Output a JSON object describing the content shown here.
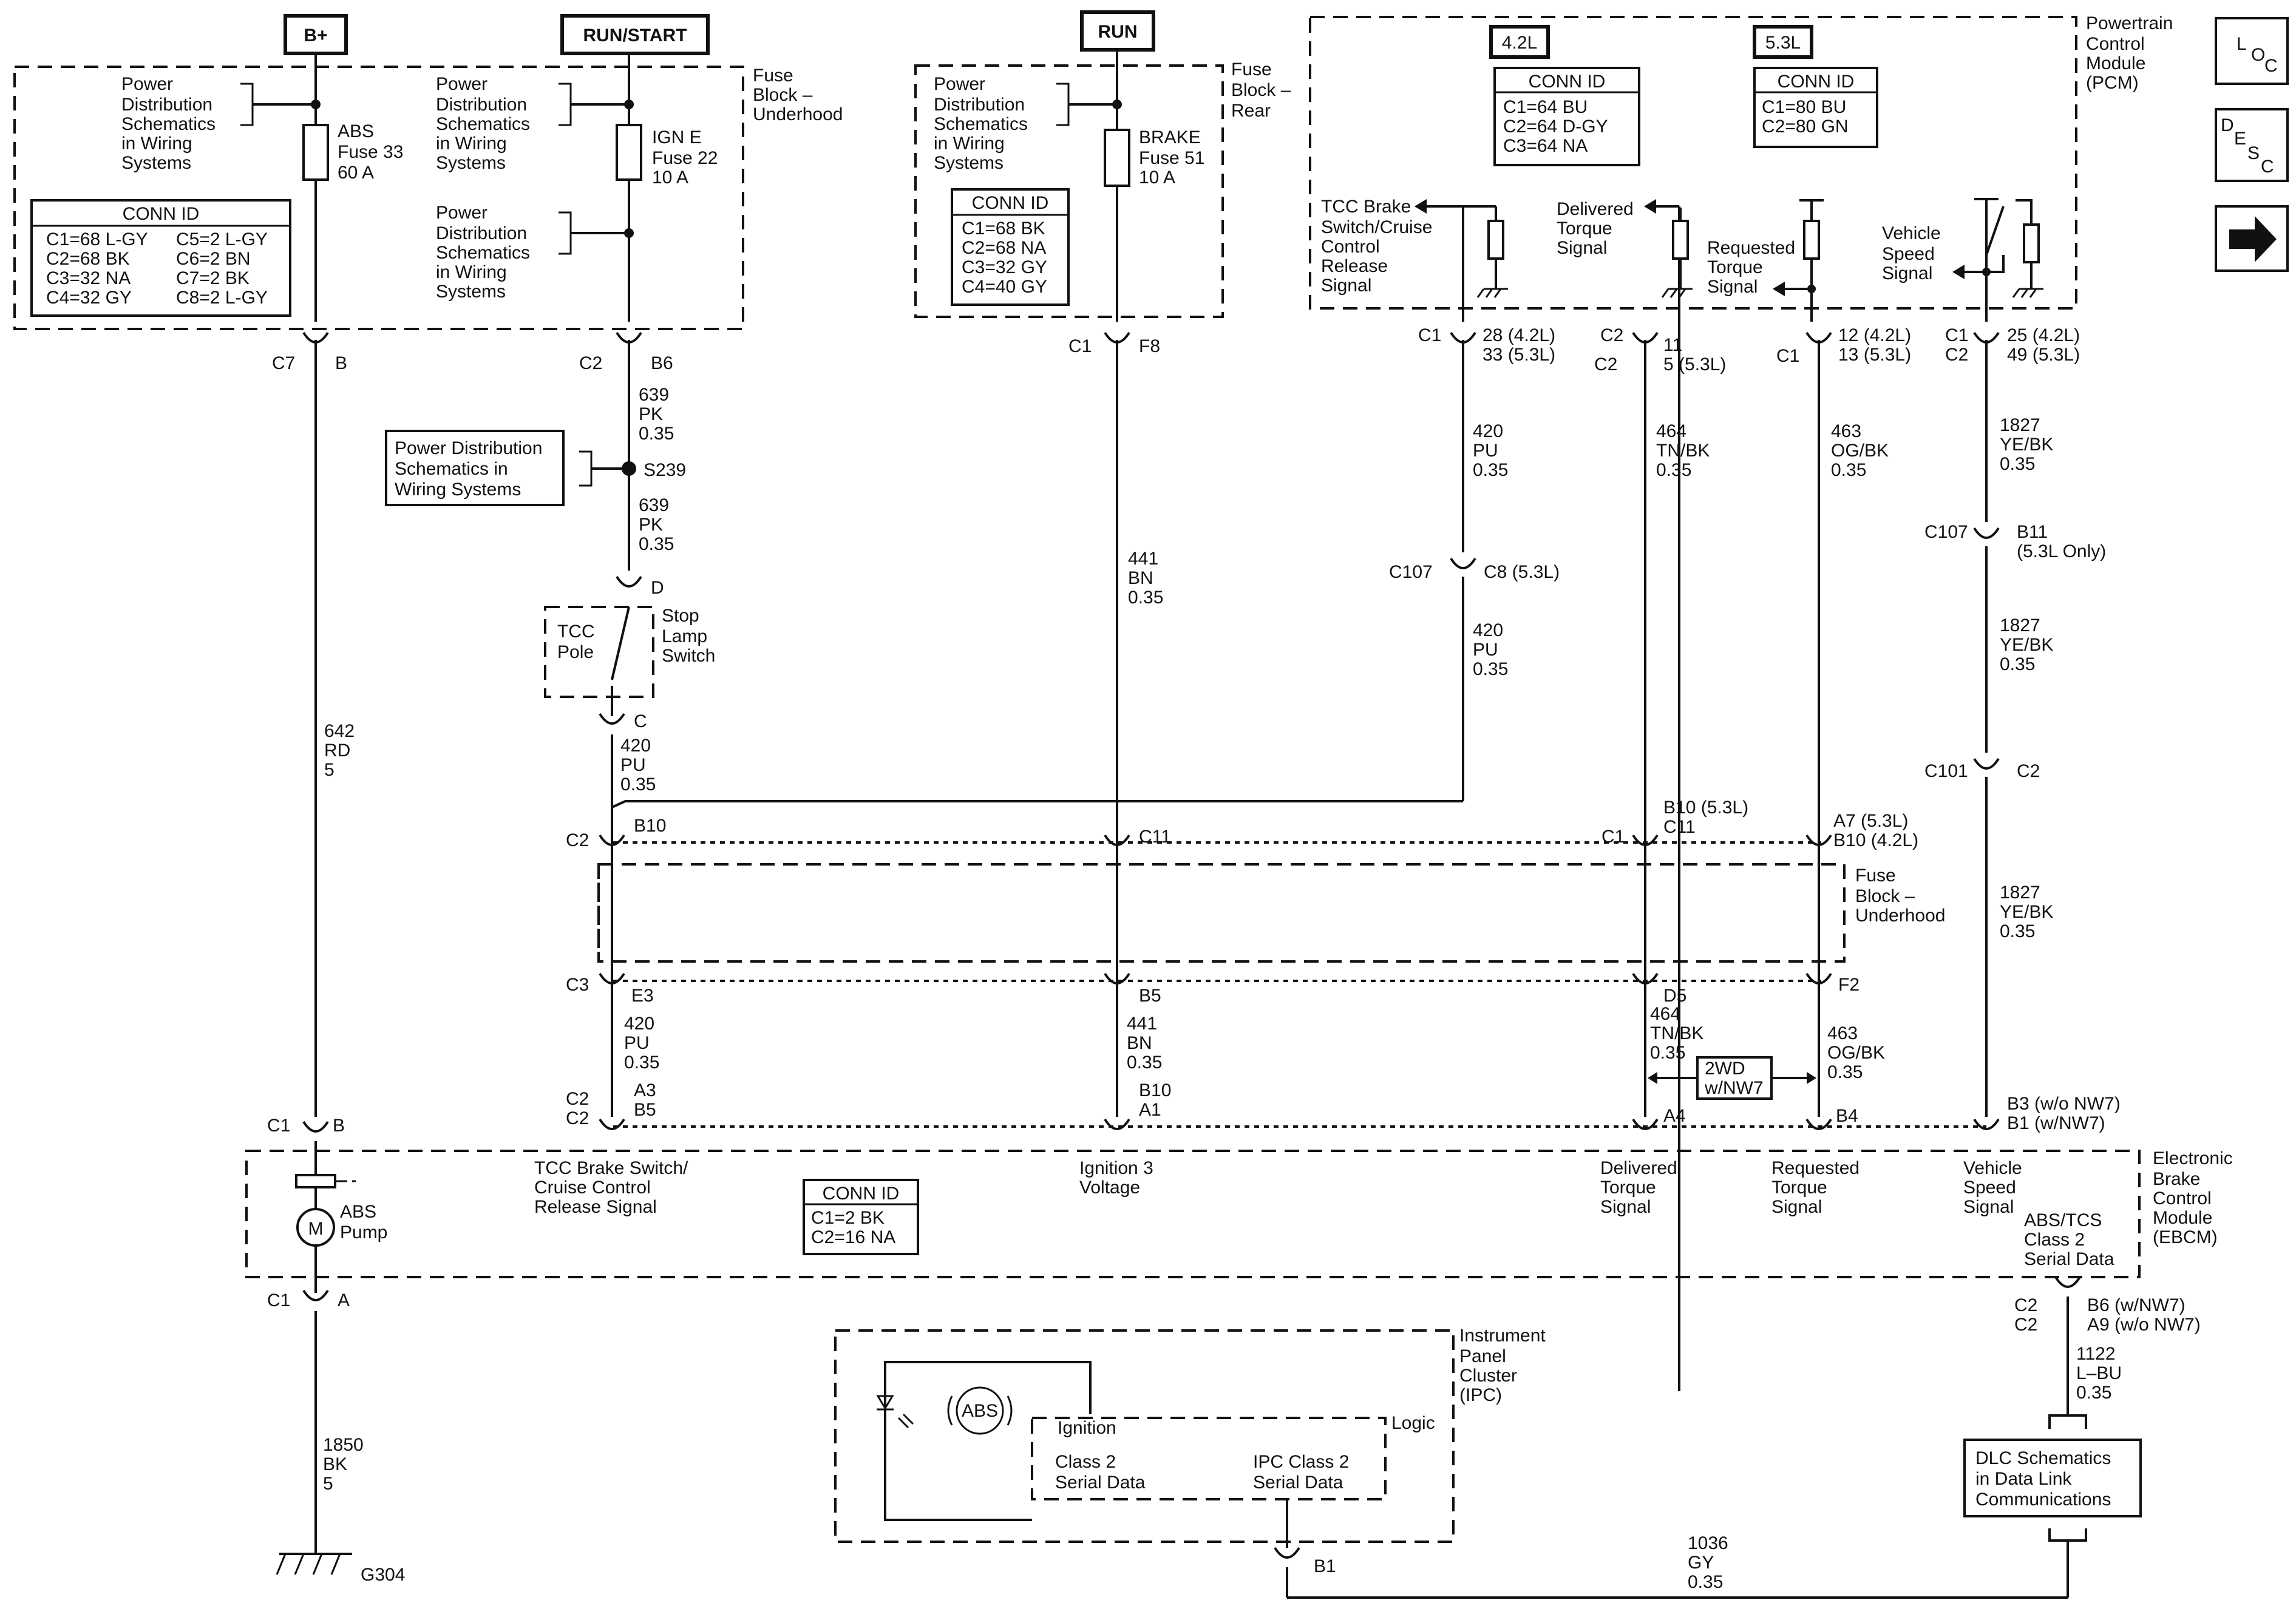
{
  "power_sources": {
    "b_plus": "B+",
    "run_start": "RUN/START",
    "run": "RUN"
  },
  "fuse_block_underhood": {
    "title": [
      "Fuse",
      "Block –",
      "Underhood"
    ],
    "power_dist": [
      "Power",
      "Distribution",
      "Schematics",
      "in Wiring",
      "Systems"
    ],
    "abs_fuse": [
      "ABS",
      "Fuse 33",
      "60 A"
    ],
    "ign_fuse": [
      "IGN E",
      "Fuse 22",
      "10 A"
    ],
    "conn_title": "CONN ID",
    "conn_left": [
      "C1=68 L-GY",
      "C2=68 BK",
      "C3=32 NA",
      "C4=32 GY"
    ],
    "conn_right": [
      "C5=2 L-GY",
      "C6=2 BN",
      "C7=2 BK",
      "C8=2 L-GY"
    ]
  },
  "fuse_block_rear": {
    "title": [
      "Fuse",
      "Block –",
      "Rear"
    ],
    "brake_fuse": [
      "BRAKE",
      "Fuse 51",
      "10 A"
    ],
    "conn_title": "CONN ID",
    "conn": [
      "C1=68 BK",
      "C2=68 NA",
      "C3=32 GY",
      "C4=40 GY"
    ]
  },
  "pcm": {
    "title": [
      "Powertrain",
      "Control",
      "Module",
      "(PCM)"
    ],
    "v42": "4.2L",
    "v53": "5.3L",
    "conn_title": "CONN ID",
    "conn42": [
      "C1=64 BU",
      "C2=64 D-GY",
      "C3=64 NA"
    ],
    "conn53": [
      "C1=80 BU",
      "C2=80 GN"
    ],
    "tcc": [
      "TCC Brake",
      "Switch/Cruise",
      "Control",
      "Release",
      "Signal"
    ],
    "delivered": [
      "Delivered",
      "Torque",
      "Signal"
    ],
    "requested": [
      "Requested",
      "Torque",
      "Signal"
    ],
    "vss": [
      "Vehicle",
      "Speed",
      "Signal"
    ]
  },
  "nav": {
    "loc": [
      "L",
      "O",
      "C"
    ],
    "desc": [
      "D",
      "E",
      "S",
      "C"
    ]
  },
  "connectors": {
    "c7b": [
      "C7",
      "B"
    ],
    "c2b6": [
      "C2",
      "B6"
    ],
    "c1f8": [
      "C1",
      "F8"
    ],
    "pcm_tcc": [
      "C1",
      "28 (4.2L)",
      "33 (5.3L)"
    ],
    "pcm_del": [
      "C2",
      "11",
      "C2",
      "5 (5.3L)"
    ],
    "pcm_req": [
      "C1",
      "12 (4.2L)",
      "13 (5.3L)"
    ],
    "pcm_vss": [
      "C1",
      "25 (4.2L)",
      "C2",
      "49 (5.3L)"
    ],
    "s239": "S239",
    "d": "D",
    "c": "C",
    "c107c8": [
      "C107",
      "C8 (5.3L)"
    ],
    "c107b11": [
      "C107",
      "B11",
      "(5.3L Only)"
    ],
    "c101c2": [
      "C101",
      "C2"
    ],
    "c2b10": [
      "C2",
      "B10"
    ],
    "c11": "C11",
    "del_b10": [
      "C1",
      "B10 (5.3L)",
      "C11"
    ],
    "req_a7": [
      "A7 (5.3L)",
      "B10 (4.2L)"
    ],
    "c3e3": [
      "C3",
      "E3"
    ],
    "b5": "B5",
    "d5": "D5",
    "f2": "F2",
    "ebcm_tcc": [
      "C2",
      "C2",
      "A3",
      "B5"
    ],
    "ebcm_ign": [
      "B10",
      "A1"
    ],
    "ebcm_c1b": [
      "C1",
      "B"
    ],
    "a4": "A4",
    "b4": "B4",
    "ebcm_vss": [
      "B3 (w/o NW7)",
      "B1 (w/NW7)"
    ],
    "c1a": [
      "C1",
      "A"
    ],
    "ebcm_b6": [
      "C2",
      "C2",
      "B6 (w/NW7)",
      "A9 (w/o NW7)"
    ],
    "ipc_b1": "B1",
    "g304": "G304"
  },
  "wires": {
    "w642": [
      "642",
      "RD",
      "5"
    ],
    "w639a": [
      "639",
      "PK",
      "0.35"
    ],
    "w639b": [
      "639",
      "PK",
      "0.35"
    ],
    "w420a": [
      "420",
      "PU",
      "0.35"
    ],
    "w441": [
      "441",
      "BN",
      "0.35"
    ],
    "w420b": [
      "420",
      "PU",
      "0.35"
    ],
    "w420c": [
      "420",
      "PU",
      "0.35"
    ],
    "w464a": [
      "464",
      "TN/BK",
      "0.35"
    ],
    "w463a": [
      "463",
      "OG/BK",
      "0.35"
    ],
    "w1827a": [
      "1827",
      "YE/BK",
      "0.35"
    ],
    "w1827b": [
      "1827",
      "YE/BK",
      "0.35"
    ],
    "w1827c": [
      "1827",
      "YE/BK",
      "0.35"
    ],
    "w420d": [
      "420",
      "PU",
      "0.35"
    ],
    "w441b": [
      "441",
      "BN",
      "0.35"
    ],
    "w464b": [
      "464",
      "TN/BK",
      "0.35"
    ],
    "w463b": [
      "463",
      "OG/BK",
      "0.35"
    ],
    "w1850": [
      "1850",
      "BK",
      "5"
    ],
    "w1122": [
      "1122",
      "L–BU",
      "0.35"
    ],
    "w1036": [
      "1036",
      "GY",
      "0.35"
    ]
  },
  "labels": {
    "pd_s239": [
      "Power Distribution",
      "Schematics in",
      "Wiring Systems"
    ],
    "tcc_pole": [
      "TCC",
      "Pole"
    ],
    "stop_lamp": [
      "Stop",
      "Lamp",
      "Switch"
    ],
    "fb_underhood2": [
      "Fuse",
      "Block –",
      "Underhood"
    ],
    "twowd": [
      "2WD",
      "w/NW7"
    ]
  },
  "ebcm": {
    "title": [
      "Electronic",
      "Brake",
      "Control",
      "Module",
      "(EBCM)"
    ],
    "abs_pump": [
      "ABS",
      "Pump"
    ],
    "tcc": [
      "TCC Brake Switch/",
      "Cruise Control",
      "Release Signal"
    ],
    "ign3": [
      "Ignition 3",
      "Voltage"
    ],
    "delivered": [
      "Delivered",
      "Torque",
      "Signal"
    ],
    "requested": [
      "Requested",
      "Torque",
      "Signal"
    ],
    "vss": [
      "Vehicle",
      "Speed",
      "Signal"
    ],
    "class2": [
      "ABS/TCS",
      "Class 2",
      "Serial Data"
    ],
    "conn_title": "CONN ID",
    "conn": [
      "C1=2 BK",
      "C2=16 NA"
    ],
    "motor": "M"
  },
  "ipc": {
    "title": [
      "Instrument",
      "Panel",
      "Cluster",
      "(IPC)"
    ],
    "abs": "ABS",
    "ignition": "Ignition",
    "class2": [
      "Class 2",
      "Serial Data"
    ],
    "ipc_class2": [
      "IPC Class 2",
      "Serial Data"
    ],
    "logic": "Logic"
  },
  "dlc": [
    "DLC Schematics",
    "in Data Link",
    "Communications"
  ]
}
